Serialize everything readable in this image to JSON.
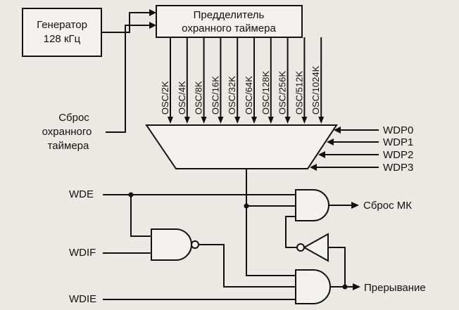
{
  "generator": {
    "line1": "Генератор",
    "line2": "128 кГц"
  },
  "prescaler": {
    "line1": "Предделитель",
    "line2": "охранного таймера"
  },
  "prescaler_taps": [
    "OSC/2K",
    "OSC/4K",
    "OSC/8K",
    "OSC/16K",
    "OSC/32K",
    "OSC/64K",
    "OSC/128K",
    "OSC/256K",
    "OSC/512K",
    "OSC/1024K"
  ],
  "reset_input": {
    "line1": "Сброс",
    "line2": "охранного",
    "line3": "таймера"
  },
  "select_inputs": [
    "WDP0",
    "WDP1",
    "WDP2",
    "WDP3"
  ],
  "logic_inputs": {
    "wde": "WDE",
    "wdif": "WDIF",
    "wdie": "WDIE"
  },
  "outputs": {
    "mcu_reset": "Сброс МК",
    "interrupt": "Прерывание"
  },
  "colors": {
    "paper": "#ece9e4",
    "ink": "#111111"
  }
}
